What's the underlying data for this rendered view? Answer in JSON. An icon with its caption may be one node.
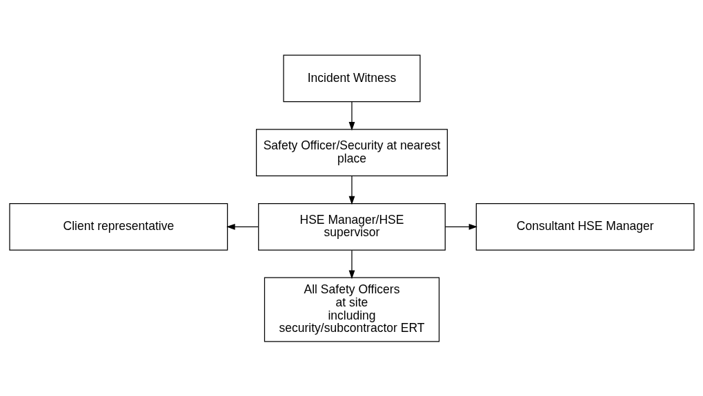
{
  "diagram": {
    "nodes": [
      {
        "text": [
          "Incident Witness"
        ]
      },
      {
        "text": [
          "Safety Officer/Security at nearest place"
        ]
      },
      {
        "text": [
          "Client representative"
        ]
      },
      {
        "text": [
          "HSE Manager/HSE supervisor"
        ]
      },
      {
        "text": [
          "Consultant HSE Manager"
        ]
      },
      {
        "text": [
          "All Safety Officers at site including security/subcontractor ERT"
        ]
      }
    ],
    "edges": [
      {
        "from": 0,
        "to": 1,
        "arrow": "to"
      },
      {
        "from": 1,
        "to": 3,
        "arrow": "to"
      },
      {
        "from": 3,
        "to": 2,
        "arrow": "to"
      },
      {
        "from": 3,
        "to": 4,
        "arrow": "to"
      },
      {
        "from": 3,
        "to": 5,
        "arrow": "to"
      }
    ]
  }
}
